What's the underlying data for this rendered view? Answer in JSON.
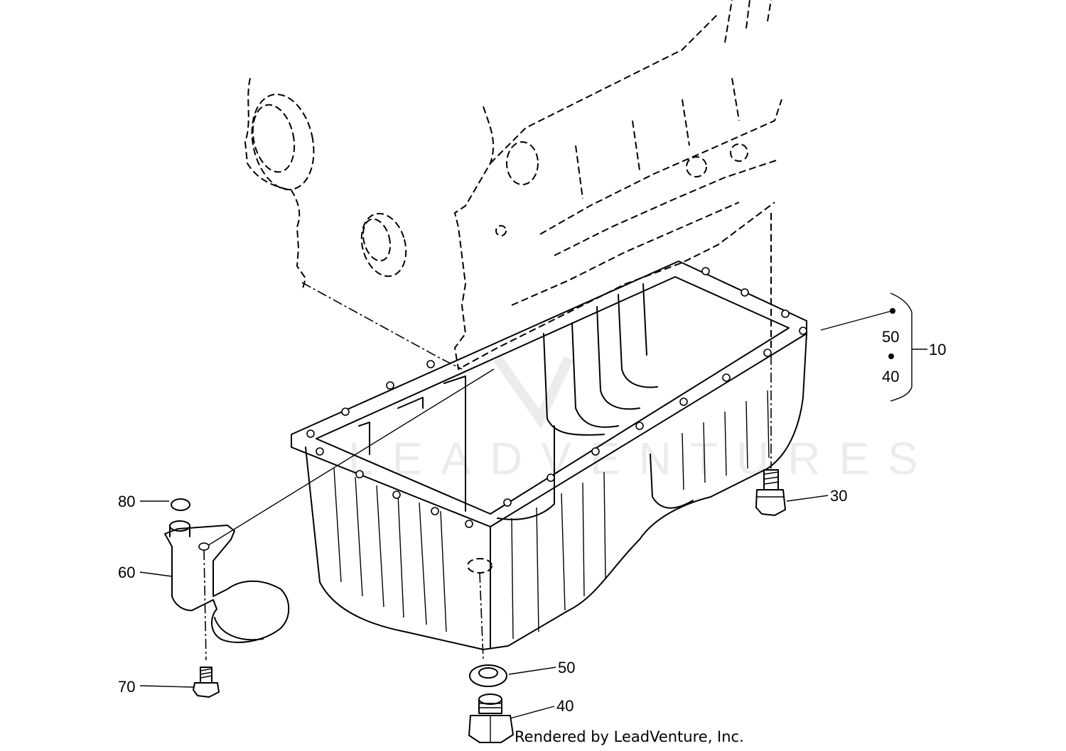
{
  "diagram": {
    "callouts": {
      "c10": "10",
      "c50_top": "50",
      "c40_top": "40",
      "c30": "30",
      "c80": "80",
      "c60": "60",
      "c70": "70",
      "c50_bottom": "50",
      "c40_bottom": "40"
    },
    "credit": "Rendered by LeadVenture, Inc.",
    "watermark": "LEADVENTURES"
  }
}
